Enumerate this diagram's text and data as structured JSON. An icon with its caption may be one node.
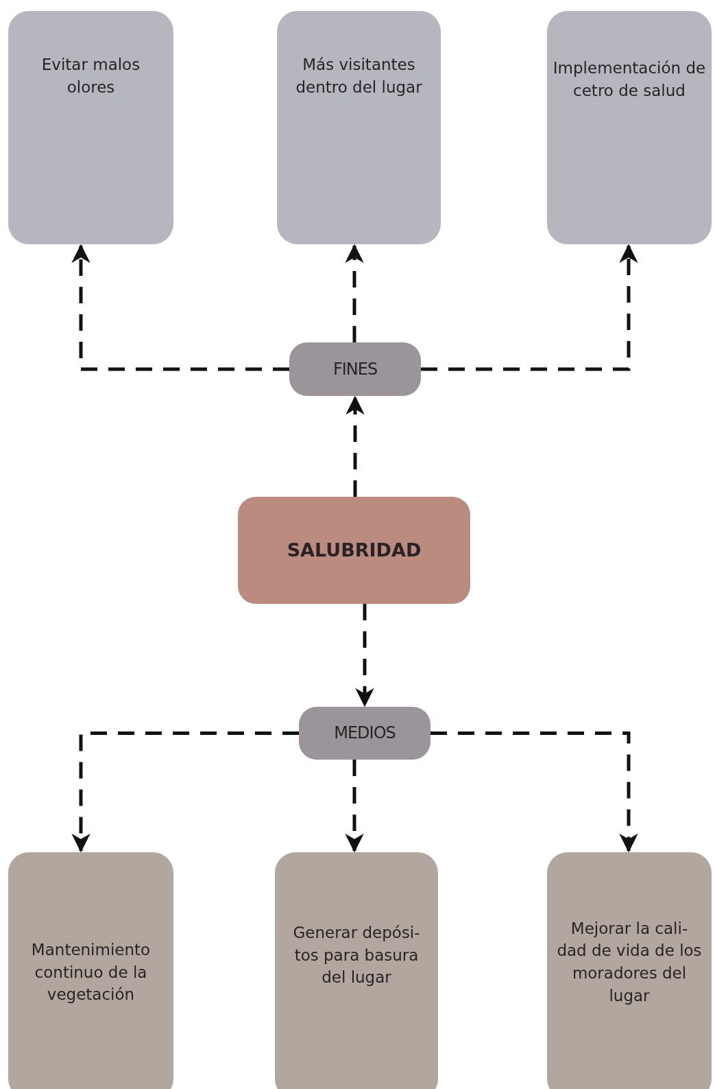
{
  "diagram": {
    "nodes": [
      {
        "text": [
          "Evitar malos olores"
        ]
      },
      {
        "text": [
          "Más visitantes dentro del lugar"
        ]
      },
      {
        "text": [
          "Implementación de cetro de salud"
        ]
      },
      {
        "text": [
          "FINES"
        ]
      },
      {
        "text": [
          "SALUBRIDAD"
        ]
      },
      {
        "text": [
          "MEDIOS"
        ]
      },
      {
        "text": [
          "Mantenimiento continuo de la vegetación"
        ]
      },
      {
        "text": [
          "Generar depósi- tos para basura del lugar"
        ]
      },
      {
        "text": [
          "Mejorar la cali- dad de vida de los moradores del lugar"
        ]
      }
    ],
    "edges": [
      {
        "from": 4,
        "to": 3,
        "arrow": "to",
        "style": "dashed"
      },
      {
        "from": 3,
        "to": 0,
        "arrow": "to",
        "style": "dashed"
      },
      {
        "from": 3,
        "to": 1,
        "arrow": "to",
        "style": "dashed"
      },
      {
        "from": 3,
        "to": 2,
        "arrow": "to",
        "style": "dashed"
      },
      {
        "from": 4,
        "to": 5,
        "arrow": "to",
        "style": "dashed"
      },
      {
        "from": 5,
        "to": 6,
        "arrow": "to",
        "style": "dashed"
      },
      {
        "from": 5,
        "to": 7,
        "arrow": "to",
        "style": "dashed"
      },
      {
        "from": 5,
        "to": 8,
        "arrow": "to",
        "style": "dashed"
      }
    ]
  }
}
